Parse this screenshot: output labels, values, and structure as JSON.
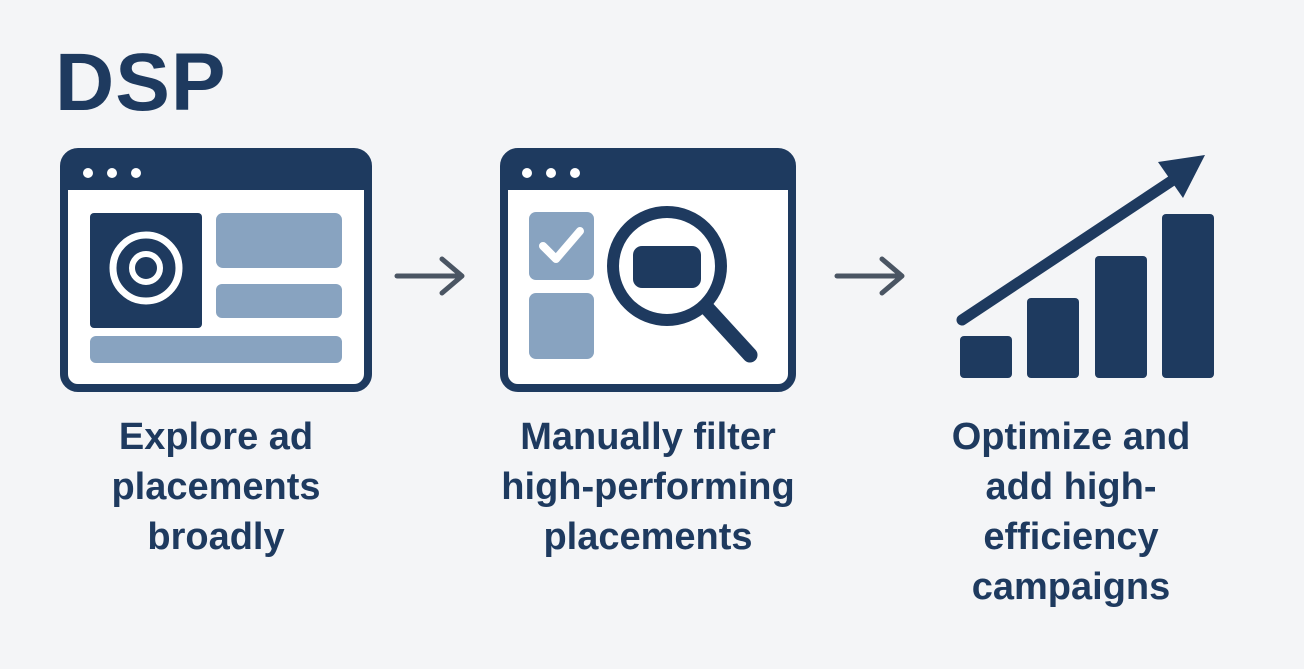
{
  "title": "DSP",
  "colors": {
    "dark": "#1e3a5f",
    "light": "#88a3c0",
    "background": "#f4f5f7",
    "white": "#ffffff"
  },
  "steps": [
    {
      "icon": "browser-target-icon",
      "label": "Explore ad\nplacements\nbroadly"
    },
    {
      "icon": "browser-magnifier-icon",
      "label": "Manually filter\nhigh-performing\nplacements"
    },
    {
      "icon": "growth-chart-icon",
      "label": "Optimize and\nadd high-\nefficiency\ncampaigns"
    }
  ],
  "arrows": [
    {
      "icon": "arrow-right-icon"
    },
    {
      "icon": "arrow-right-icon"
    }
  ]
}
